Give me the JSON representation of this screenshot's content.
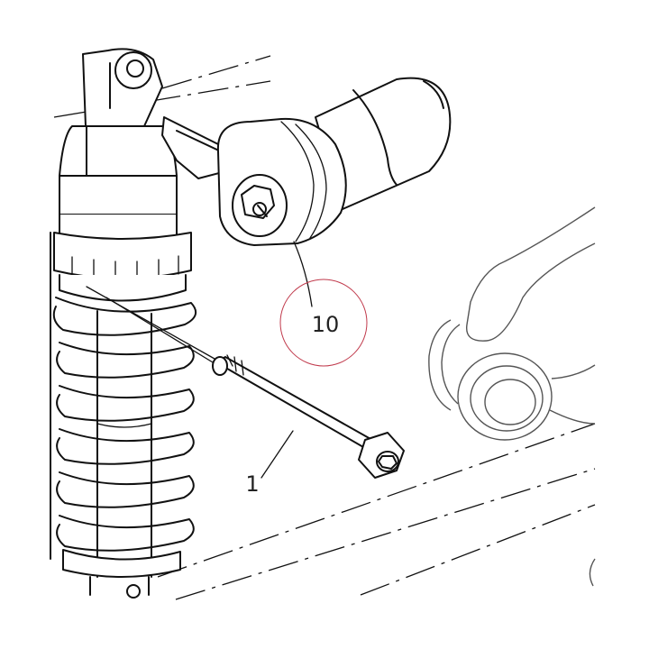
{
  "callouts": [
    {
      "number": "10",
      "part": "wrench-tool",
      "highlighted": true
    },
    {
      "number": "1",
      "part": "mounting-bolt",
      "highlighted": false
    }
  ],
  "colors": {
    "line": "#111111",
    "highlight_ring": "#c0394b",
    "background": "#ffffff"
  }
}
